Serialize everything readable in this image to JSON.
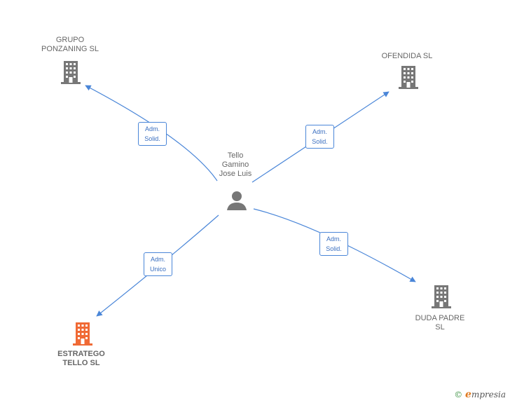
{
  "colors": {
    "edge": "#4a86d8",
    "company": "#777777",
    "company_highlight": "#f06a35",
    "person": "#777777"
  },
  "center": {
    "label": "Tello\nGamino\nJose Luis",
    "icon": "person-icon"
  },
  "companies": [
    {
      "id": "grupo",
      "label": "GRUPO\nPONZANING  SL",
      "icon": "building-icon",
      "highlight": false
    },
    {
      "id": "ofendida",
      "label": "OFENDIDA  SL",
      "icon": "building-icon",
      "highlight": false
    },
    {
      "id": "duda",
      "label": "DUDA PADRE\nSL",
      "icon": "building-icon",
      "highlight": false
    },
    {
      "id": "estratego",
      "label": "ESTRATEGO\nTELLO  SL",
      "icon": "building-icon",
      "highlight": true
    }
  ],
  "edges": [
    {
      "to": "grupo",
      "label": "Adm.\nSolid."
    },
    {
      "to": "ofendida",
      "label": "Adm.\nSolid."
    },
    {
      "to": "duda",
      "label": "Adm.\nSolid."
    },
    {
      "to": "estratego",
      "label": "Adm.\nUnico"
    }
  ],
  "footer": {
    "copyright_symbol": "©",
    "brand_first": "e",
    "brand_rest": "mpresia"
  }
}
